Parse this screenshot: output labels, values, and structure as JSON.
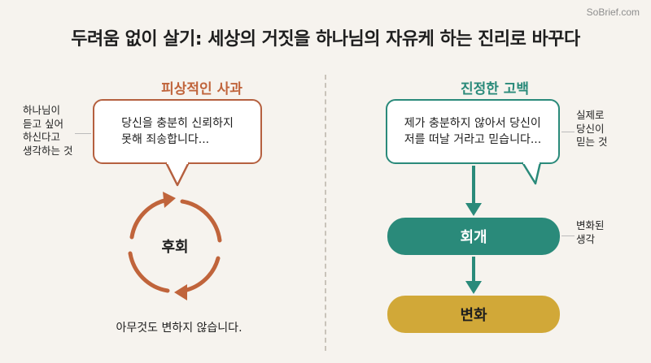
{
  "watermark": "SoBrief.com",
  "title": "두려움 없이 살기: 세상의 거짓을 하나님의 자유케 하는 진리로 바꾸다",
  "left": {
    "heading": "피상적인 사과",
    "bubble_lines": [
      "당신을 충분히 신뢰하지",
      "못해 죄송합니다..."
    ],
    "note_lines": [
      "하나님이",
      "듣고 싶어",
      "하신다고",
      "생각하는 것"
    ],
    "cycle_label": "후회",
    "result": "아무것도 변하지 않습니다."
  },
  "right": {
    "heading": "진정한 고백",
    "bubble_lines": [
      "제가 충분하지 않아서 당신이",
      "저를 떠날 거라고 믿습니다..."
    ],
    "note_lines": [
      "실제로",
      "당신이",
      "믿는 것"
    ],
    "step1": "회개",
    "step1_note_lines": [
      "변화된",
      "생각"
    ],
    "step2": "변화"
  },
  "colors": {
    "left_accent": "#c0643b",
    "right_accent": "#2a8a7a",
    "change_fill": "#d1a838",
    "divider": "#c9c3ba"
  }
}
